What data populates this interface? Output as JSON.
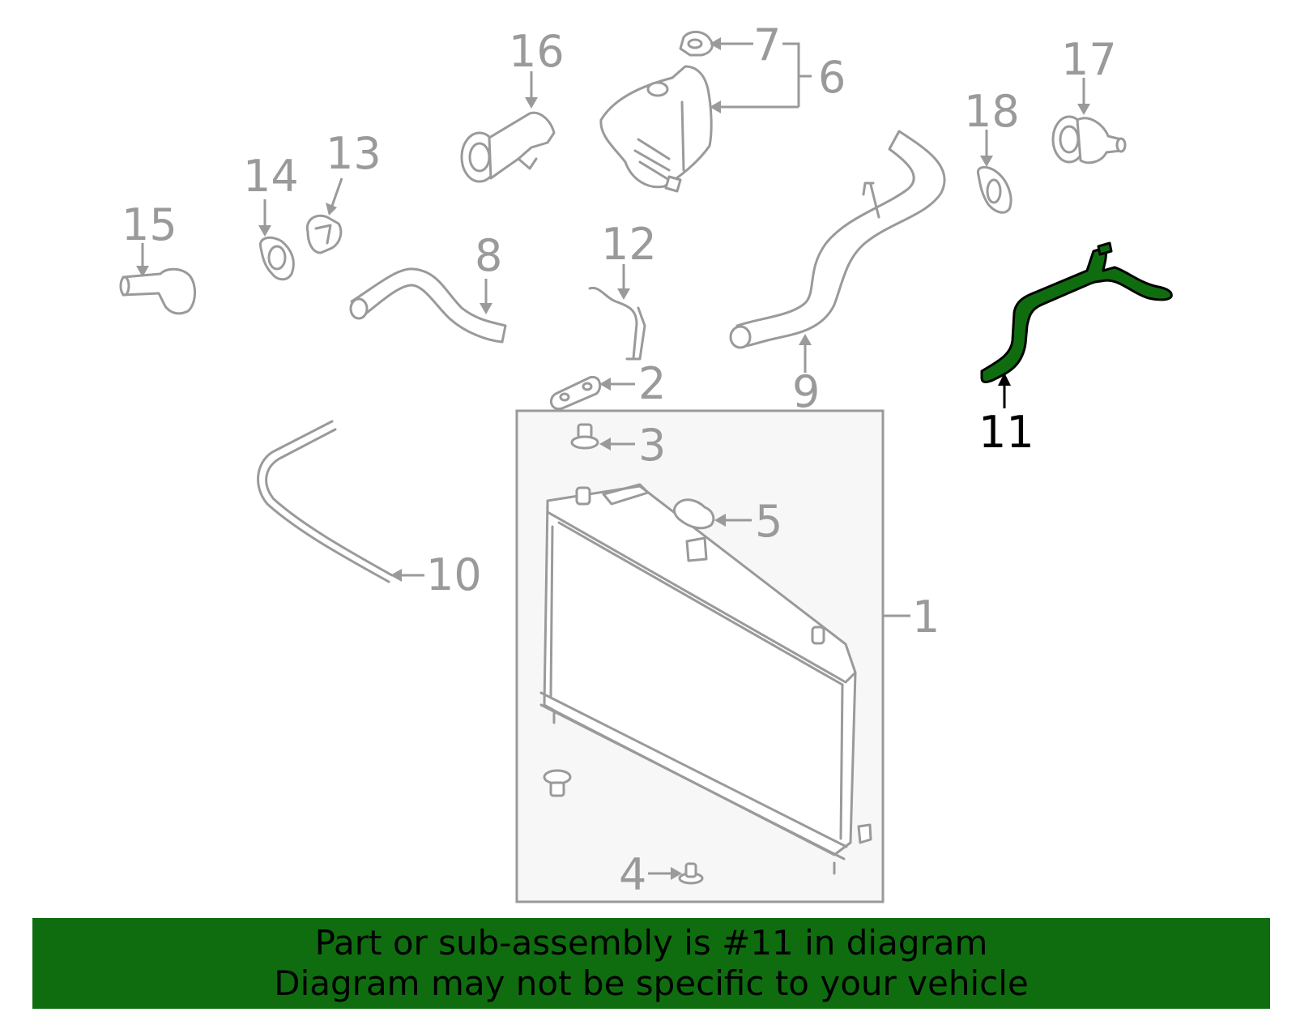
{
  "callouts": {
    "p1": "1",
    "p2": "2",
    "p3": "3",
    "p4": "4",
    "p5": "5",
    "p6": "6",
    "p7": "7",
    "p8": "8",
    "p9": "9",
    "p10": "10",
    "p11": "11",
    "p12": "12",
    "p13": "13",
    "p14": "14",
    "p15": "15",
    "p16": "16",
    "p17": "17",
    "p18": "18"
  },
  "highlight": {
    "part_number": "11",
    "color": "#0f6d0f"
  },
  "banner": {
    "line1": "Part or sub-assembly is #11 in diagram",
    "line2": "Diagram may not be specific to your vehicle",
    "background": "#0f6d0f"
  }
}
